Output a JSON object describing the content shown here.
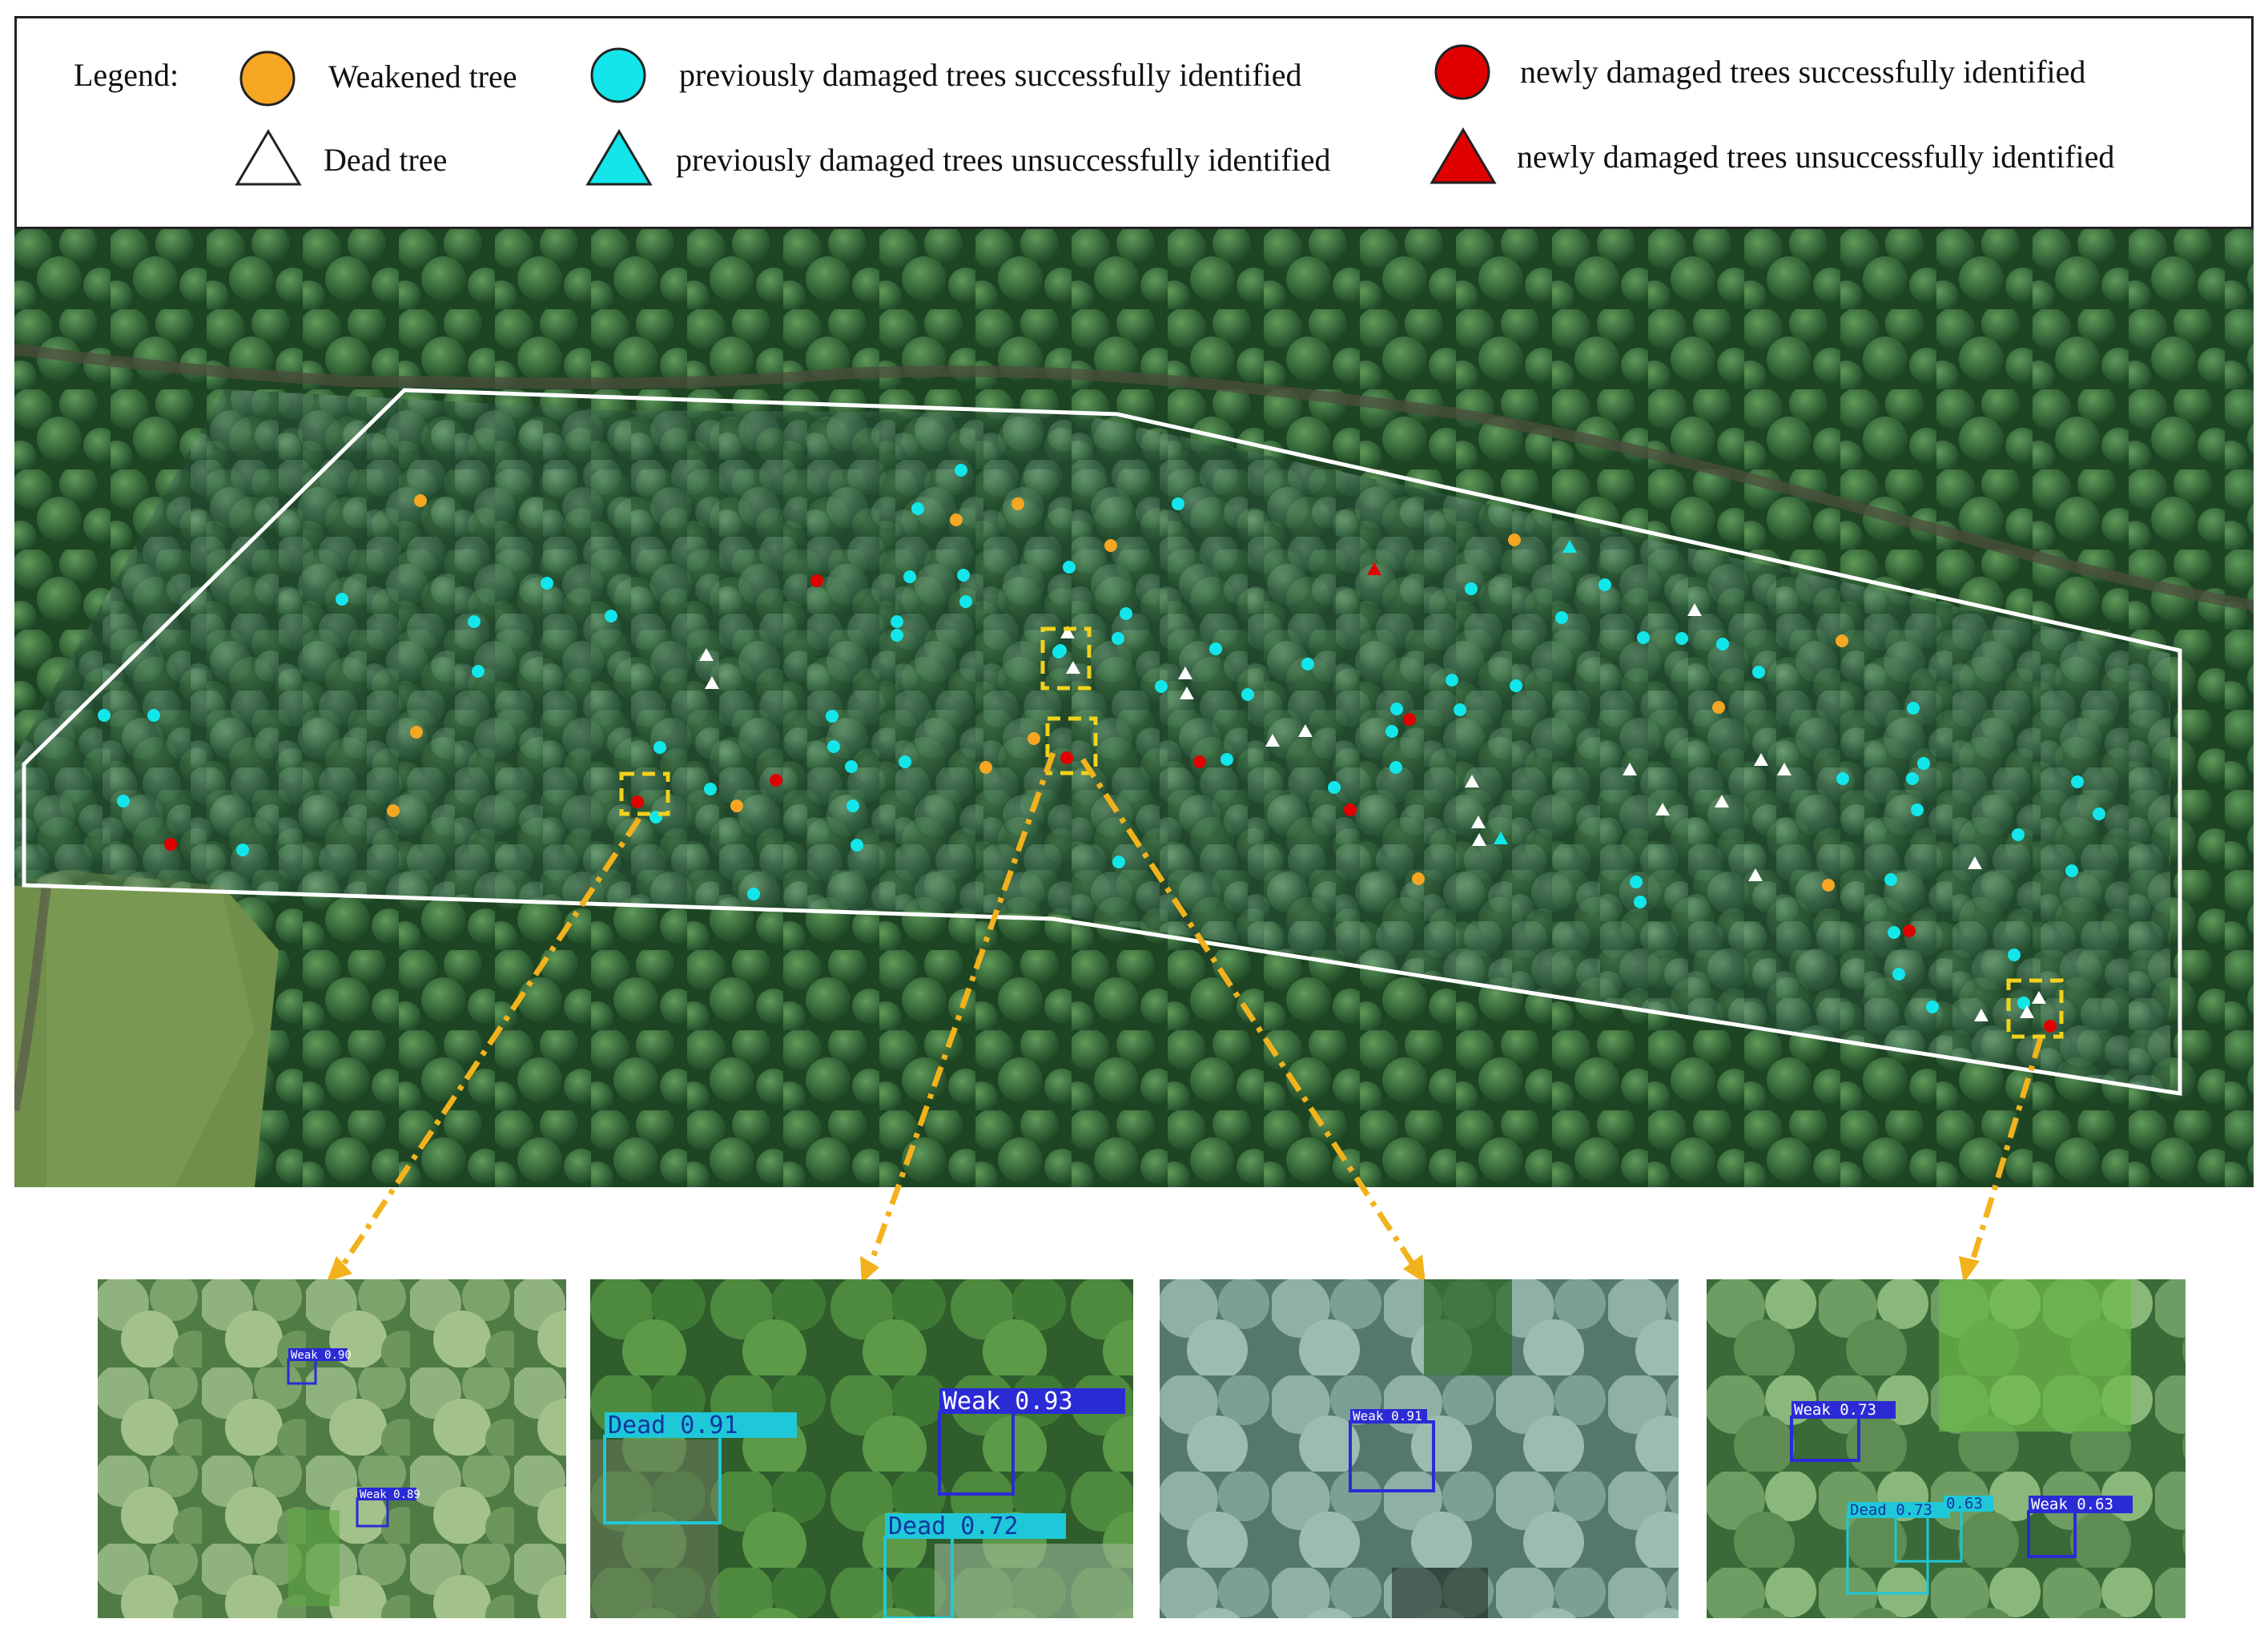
{
  "legend": {
    "title": "Legend:",
    "items": [
      {
        "label": "Weakened tree",
        "shape": "circle",
        "color": "#F5A623"
      },
      {
        "label": "Dead tree",
        "shape": "triangle",
        "color": "#FFFFFF"
      },
      {
        "label": "previously damaged trees successfully identified",
        "shape": "circle",
        "color": "#13E6EA"
      },
      {
        "label": "previously damaged trees unsuccessfully identified",
        "shape": "triangle",
        "color": "#13E6EA"
      },
      {
        "label": "newly damaged trees successfully identified",
        "shape": "circle",
        "color": "#E00000"
      },
      {
        "label": "newly damaged trees unsuccessfully identified",
        "shape": "triangle",
        "color": "#E00000"
      }
    ]
  },
  "colors": {
    "weakened": "#F5A623",
    "dead": "#FFFFFF",
    "previous": "#13E6EA",
    "new": "#E00000",
    "leader": "#F2B21C",
    "boundary": "#FFFFFF",
    "weak_box": "#2B2BD6",
    "dead_box": "#1FC8D8"
  },
  "insets": [
    {
      "detections": [
        {
          "label": "Weak 0.90",
          "class": "weak"
        },
        {
          "label": "Weak 0.89",
          "class": "weak"
        }
      ]
    },
    {
      "detections": [
        {
          "label": "Dead 0.91",
          "class": "dead"
        },
        {
          "label": "Weak 0.93",
          "class": "weak"
        },
        {
          "label": "Dead 0.72",
          "class": "dead"
        }
      ]
    },
    {
      "detections": [
        {
          "label": "Weak 0.91",
          "class": "weak"
        }
      ]
    },
    {
      "detections": [
        {
          "label": "Weak 0.73",
          "class": "weak"
        },
        {
          "label": "Dead 0.73",
          "class": "dead"
        },
        {
          "label": "0.63",
          "class": "dead"
        },
        {
          "label": "Weak 0.63",
          "class": "weak"
        }
      ]
    }
  ]
}
